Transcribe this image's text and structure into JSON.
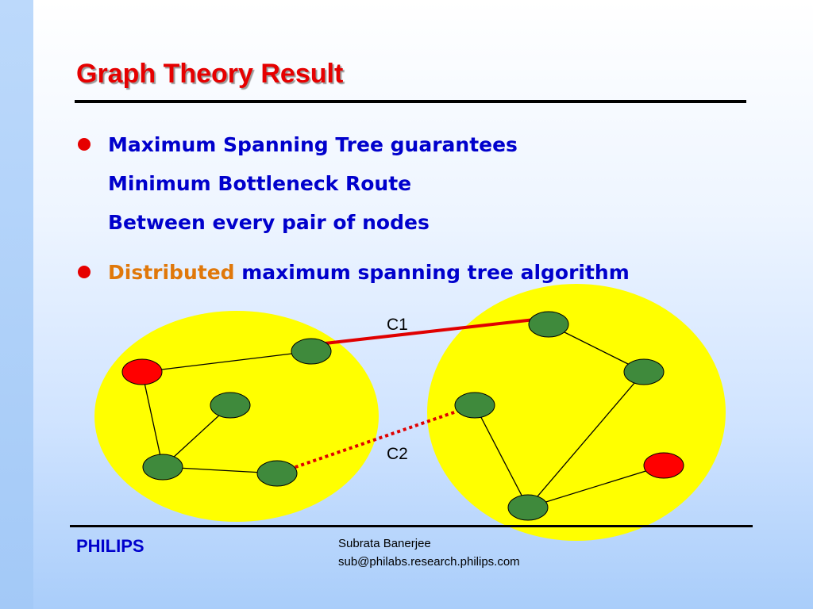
{
  "slide": {
    "title": "Graph Theory Result",
    "bullets": [
      {
        "lines": [
          "Maximum Spanning Tree guarantees",
          "Minimum Bottleneck Route",
          "Between every pair of nodes"
        ]
      },
      {
        "highlight": "Distributed",
        "rest": " maximum spanning tree algorithm"
      }
    ]
  },
  "diagram": {
    "edge_labels": {
      "c1": "C1",
      "c2": "C2"
    },
    "colors": {
      "cluster_fill": "#ffff00",
      "node_green": "#3f8a3c",
      "node_red": "#ff0000",
      "link_red": "#e00000",
      "edge_black": "#000000"
    }
  },
  "footer": {
    "brand": "PHILIPS",
    "author": "Subrata Banerjee",
    "email": "sub@philabs.research.philips.com"
  }
}
